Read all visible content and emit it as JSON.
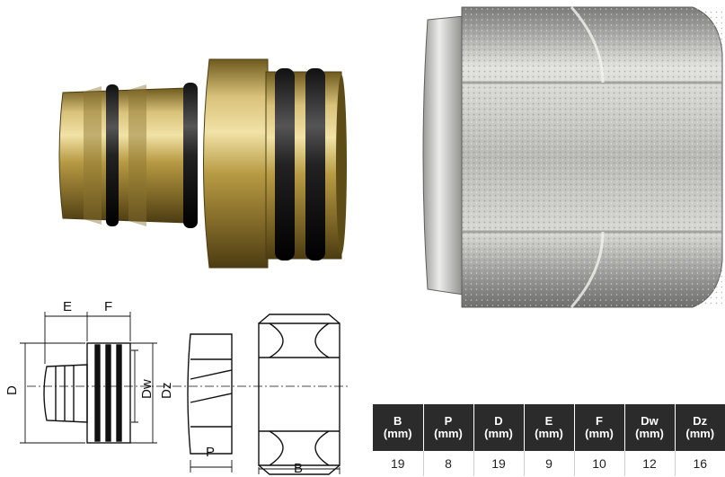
{
  "drawing": {
    "label_E": "E",
    "label_F": "F",
    "label_D": "D",
    "label_Dw": "Dw",
    "label_Dz": "Dz",
    "label_P": "P",
    "label_B": "B"
  },
  "table": {
    "headers": [
      {
        "name": "B",
        "unit": "(mm)"
      },
      {
        "name": "P",
        "unit": "(mm)"
      },
      {
        "name": "D",
        "unit": "(mm)"
      },
      {
        "name": "E",
        "unit": "(mm)"
      },
      {
        "name": "F",
        "unit": "(mm)"
      },
      {
        "name": "Dw",
        "unit": "(mm)"
      },
      {
        "name": "Dz",
        "unit": "(mm)"
      }
    ],
    "values": [
      "19",
      "8",
      "19",
      "9",
      "10",
      "12",
      "16"
    ]
  },
  "colors": {
    "brass": "#b79a43",
    "chrome": "#c9c9c6",
    "header_bg": "#2b2b2b"
  }
}
